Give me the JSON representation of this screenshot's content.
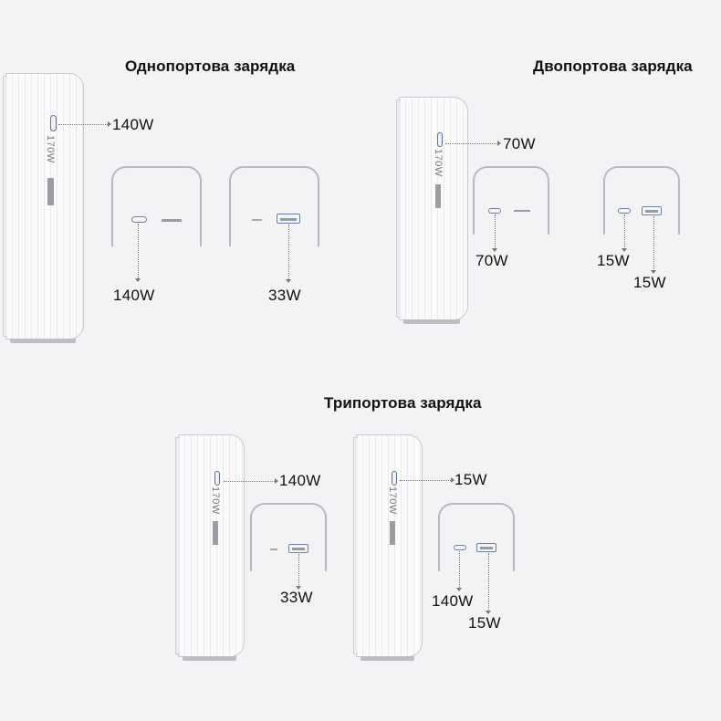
{
  "sections": {
    "single": {
      "title": "Однопортова зарядка",
      "top_label": "140W",
      "c_label": "140W",
      "a_label": "33W"
    },
    "dual": {
      "title": "Двопортова зарядка",
      "top_label": "70W",
      "c_label": "70W",
      "c2_label": "15W",
      "a_label": "15W"
    },
    "triple": {
      "title": "Трипортова зарядка",
      "left": {
        "top_label": "140W",
        "a_label": "33W"
      },
      "right": {
        "top_label": "15W",
        "c_label": "140W",
        "a_label": "15W"
      }
    }
  },
  "charger": {
    "rating": "170W"
  },
  "colors": {
    "port_outline": "#5b6e9e",
    "background": "#f3f3f6",
    "text": "#111111"
  }
}
